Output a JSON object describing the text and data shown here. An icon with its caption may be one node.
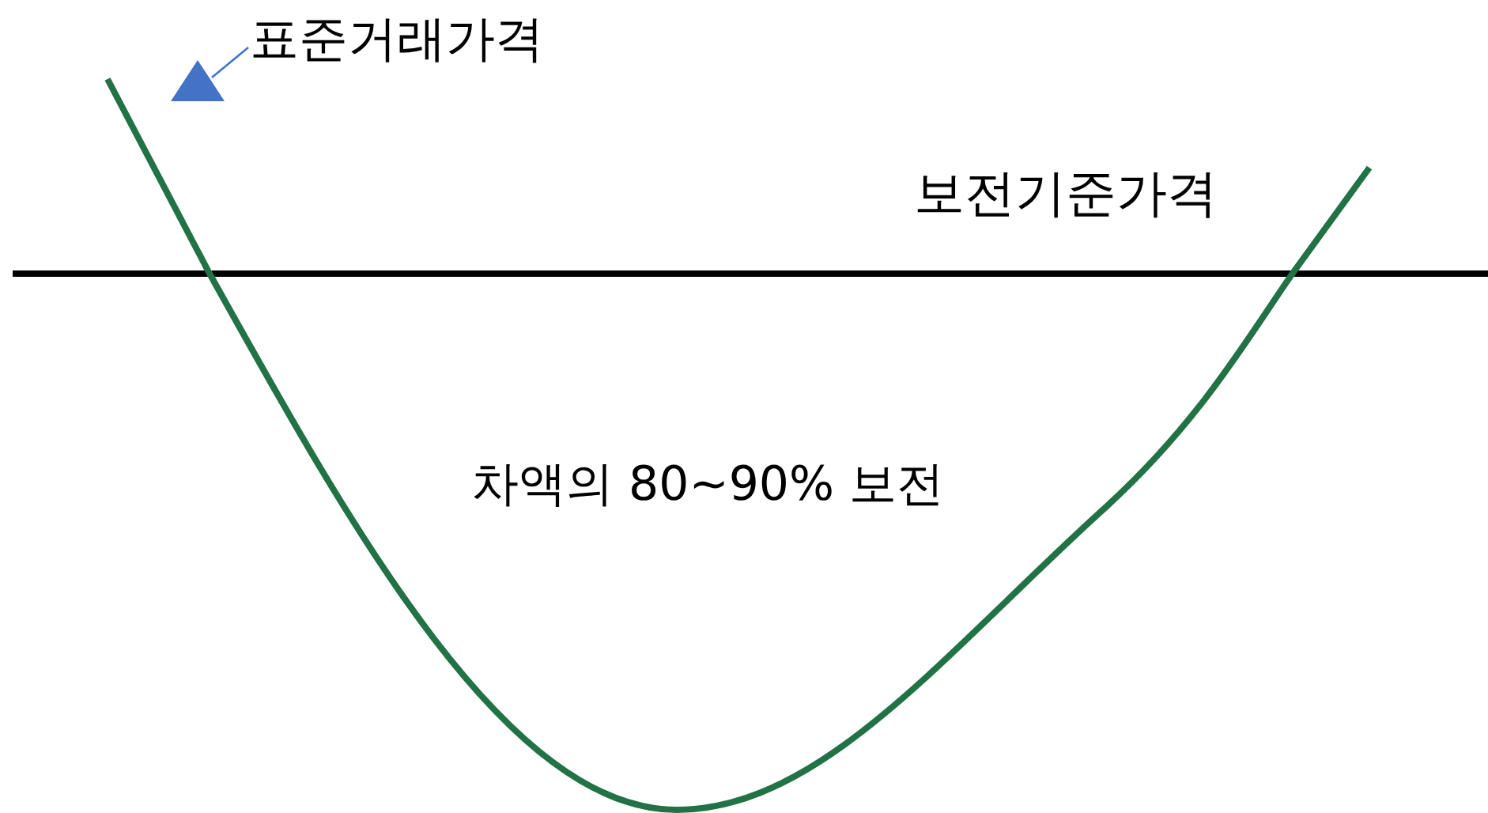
{
  "diagram": {
    "nodes": [
      {
        "text": [
          "표준거래가격"
        ]
      },
      {
        "text": [],
        "shape": "triangle"
      }
    ],
    "edges": [
      {
        "from": 0,
        "to": 1,
        "arrow": "none"
      }
    ],
    "labels": [
      "보전기준가격",
      "차액의 80~90% 보전"
    ]
  }
}
